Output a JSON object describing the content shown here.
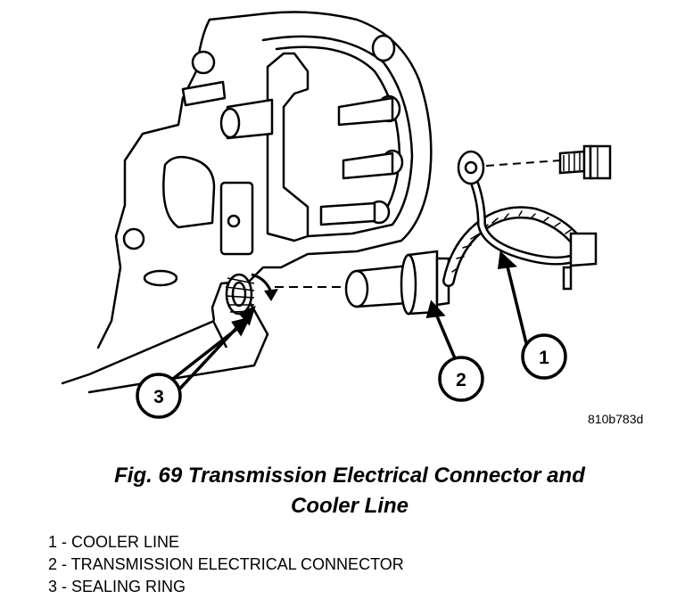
{
  "figure_id": "810b783d",
  "caption": {
    "line1": "Fig. 69 Transmission Electrical Connector and",
    "line2": "Cooler Line"
  },
  "callouts": [
    {
      "number": "1",
      "label": "COOLER LINE"
    },
    {
      "number": "2",
      "label": "TRANSMISSION ELECTRICAL CONNECTOR"
    },
    {
      "number": "3",
      "label": "SEALING RING"
    }
  ],
  "legend": [
    "1 - COOLER LINE",
    "2 - TRANSMISSION ELECTRICAL CONNECTOR",
    "3 - SEALING RING"
  ],
  "colors": {
    "ink": "#000000",
    "paper": "#ffffff"
  }
}
